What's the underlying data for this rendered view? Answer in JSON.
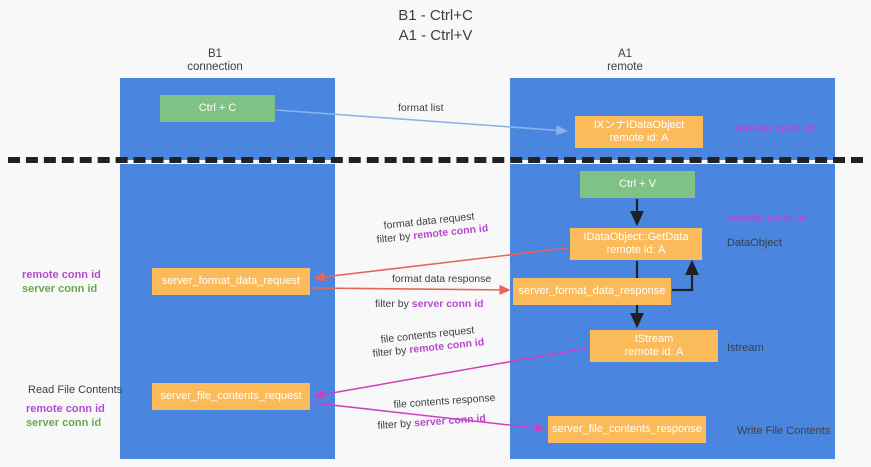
{
  "title": "B1 - Ctrl+C\nA1 - Ctrl+V",
  "columns": {
    "left": "B1\nconnection",
    "right": "A1\nremote"
  },
  "nodes": {
    "ctrl_c": "Ctrl + C",
    "idataobject": "IXンナIDataObject\nremote id: A",
    "ctrl_v": "Ctrl + V",
    "getdata": "IDataObject::GetData\nremote id: A",
    "server_format_data_request": "server_format_data_request",
    "server_format_data_response": "server_format_data_response",
    "istream": "IStream\nremote id: A",
    "server_file_contents_request": "server_file_contents_request",
    "server_file_contents_response": "server_file_contents_response"
  },
  "side_labels": {
    "dataobject": "DataObject",
    "istream": "Istream",
    "write_file_contents": "Write File Contents",
    "read_file_contents": "Read File Contents"
  },
  "conn_tags": {
    "remote_conn_id": "remote conn id",
    "server_conn_id": "server conn id"
  },
  "edges": {
    "format_list": "format list",
    "format_data_request": "format data request",
    "format_data_response": "format data response",
    "file_contents_request": "file contents request",
    "file_contents_response": "file contents response",
    "filter_by": "filter by "
  },
  "colors": {
    "lane": "#4a86e0",
    "green_node": "#80c186",
    "orange_node": "#fbbb5a",
    "purple": "#b44ad0",
    "green_text": "#6aa84f",
    "red_arrow": "#e8645a",
    "magenta_arrow": "#cf3fc0",
    "blue_arrow": "#8ab4e8",
    "black_arrow": "#202124",
    "background": "#f8f8f8"
  }
}
